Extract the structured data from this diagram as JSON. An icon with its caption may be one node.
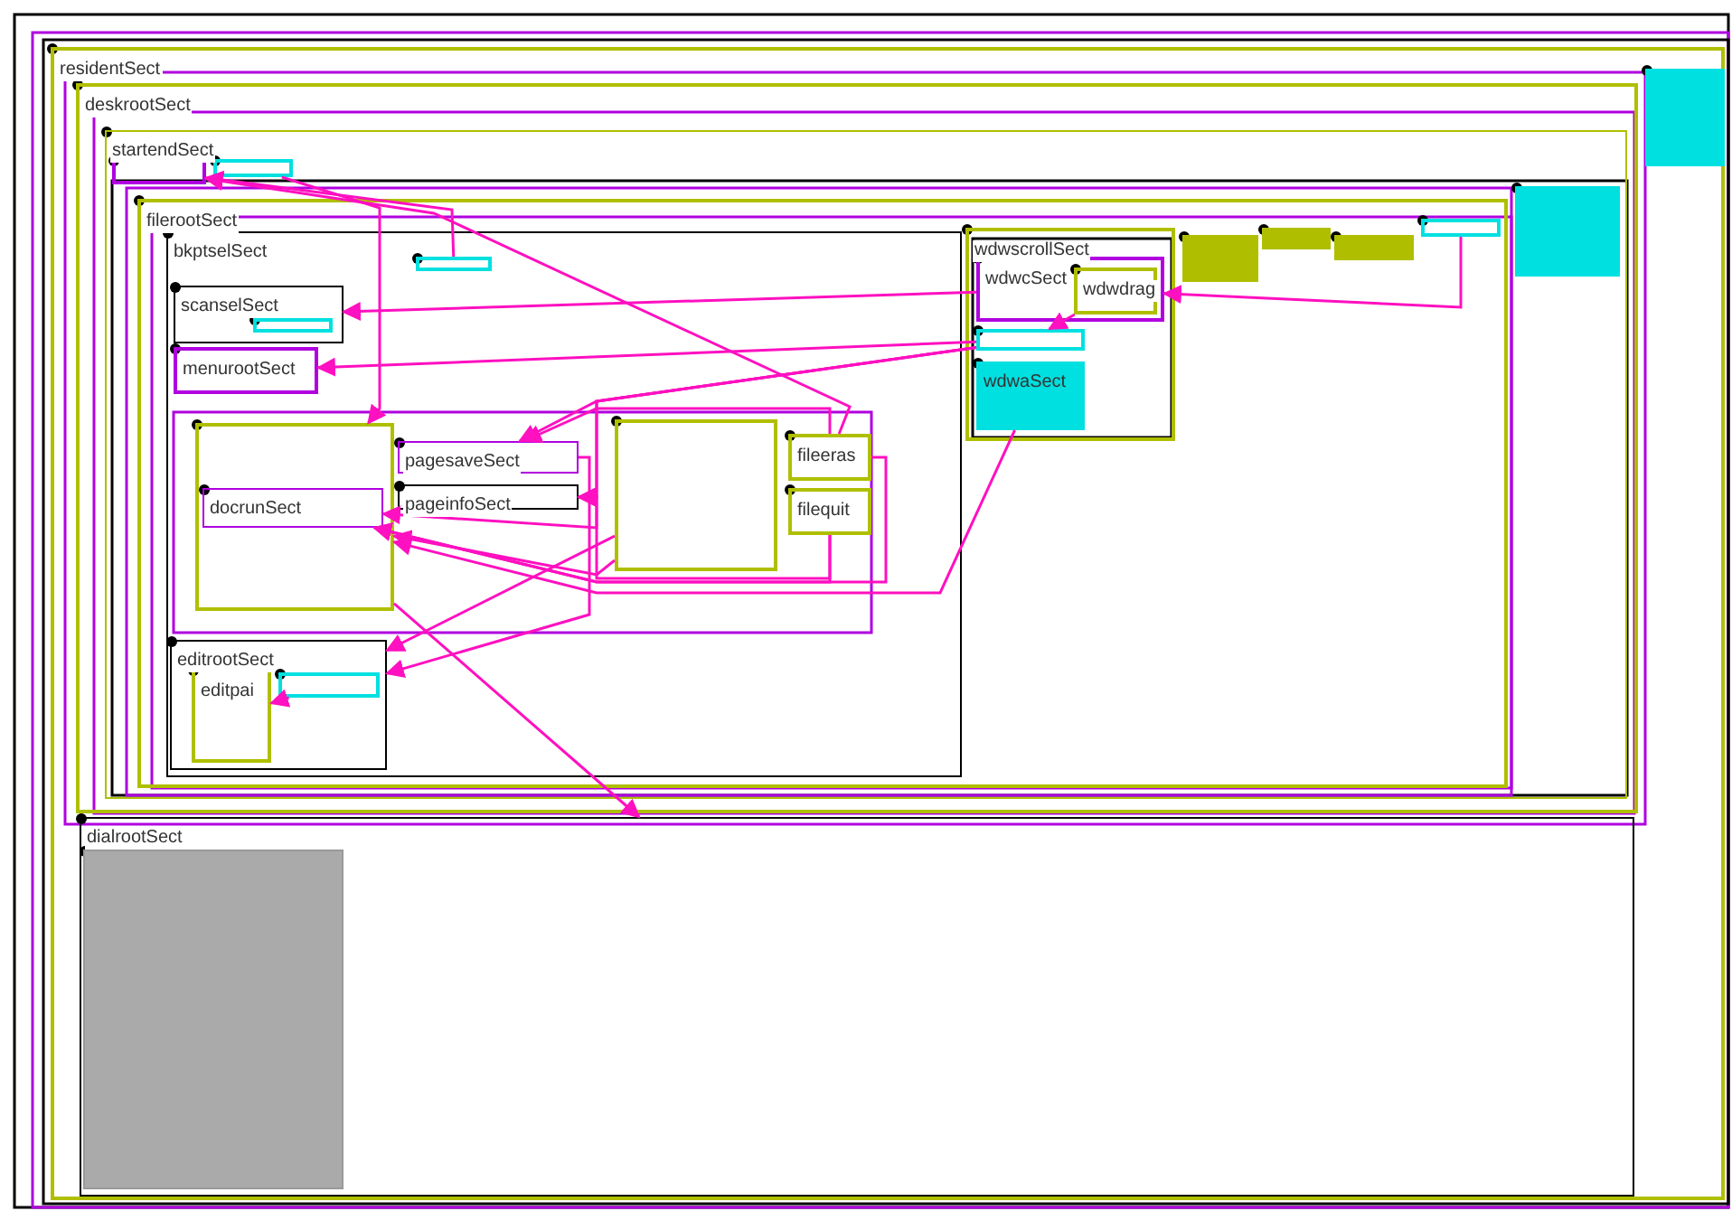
{
  "diagram": {
    "nodes": [
      {
        "text": [
          "residentSect"
        ]
      },
      {
        "text": [
          "deskrootSect"
        ],
        "in": 0
      },
      {
        "text": [
          "startendSect"
        ],
        "in": 1
      },
      {
        "text": [
          "filerootSect"
        ],
        "in": 2
      },
      {
        "text": [
          "bkptselSect"
        ],
        "in": 3
      },
      {
        "text": [
          "scanselSect"
        ],
        "in": 4
      },
      {
        "text": [
          "menurootSect"
        ],
        "in": 4
      },
      {
        "text": [],
        "shape": "box",
        "in": 4
      },
      {
        "text": [
          "docrunSect"
        ],
        "in": 7
      },
      {
        "text": [
          "pagesaveSect"
        ],
        "in": 4
      },
      {
        "text": [
          "pageinfoSect"
        ],
        "in": 4
      },
      {
        "text": [],
        "shape": "box",
        "in": 4
      },
      {
        "text": [
          "fileeras"
        ],
        "in": 4
      },
      {
        "text": [
          "editrootSect"
        ],
        "in": 4
      },
      {
        "text": [
          "editpai"
        ],
        "in": 13
      },
      {
        "text": [
          "wdwscrollSect"
        ],
        "in": 3
      },
      {
        "text": [
          "wdwcSect"
        ],
        "in": 15
      },
      {
        "text": [
          "wdwdrag"
        ],
        "in": 16
      },
      {
        "text": [],
        "shape": "box",
        "in": 15
      },
      {
        "text": [
          "wdwaSect"
        ],
        "in": 15
      },
      {
        "text": [],
        "shape": "box",
        "in": 3
      },
      {
        "text": [],
        "shape": "bar",
        "in": 3
      },
      {
        "text": [],
        "shape": "box",
        "in": 3
      },
      {
        "text": [],
        "shape": "box",
        "in": 3
      },
      {
        "text": [],
        "shape": "box",
        "in": 2
      },
      {
        "text": [],
        "shape": "box",
        "in": 0
      },
      {
        "text": [
          "dialrootSect"
        ],
        "in": 0
      },
      {
        "text": [],
        "shape": "box",
        "in": 26
      },
      {
        "text": [],
        "shape": "box",
        "in": 2
      },
      {
        "text": [],
        "shape": "box",
        "in": 2
      },
      {
        "text": [],
        "shape": "box",
        "in": 4
      },
      {
        "text": [],
        "shape": "box",
        "in": 5
      },
      {
        "text": [],
        "shape": "box",
        "in": 13
      },
      {
        "text": [
          "filequit"
        ],
        "in": 4
      }
    ],
    "edges": [
      {
        "from": 23,
        "to": 16,
        "arrow": "to"
      },
      {
        "from": 28,
        "to": 7,
        "arrow": "to"
      },
      {
        "from": 30,
        "to": 29,
        "arrow": "to"
      },
      {
        "from": 12,
        "to": 29,
        "arrow": "to"
      },
      {
        "from": 16,
        "to": 5,
        "arrow": "to"
      },
      {
        "from": 18,
        "to": 6,
        "arrow": "to"
      },
      {
        "from": 18,
        "to": 8,
        "arrow": "to"
      },
      {
        "from": 18,
        "to": 9,
        "arrow": "to"
      },
      {
        "from": 18,
        "to": 10,
        "arrow": "to"
      },
      {
        "from": 12,
        "to": 8,
        "arrow": "to"
      },
      {
        "from": 33,
        "to": 8,
        "arrow": "to"
      },
      {
        "from": 32,
        "to": 14,
        "arrow": "to"
      },
      {
        "from": 7,
        "to": 26,
        "arrow": "to"
      },
      {
        "from": 17,
        "to": 18,
        "arrow": "to"
      },
      {
        "from": 19,
        "to": 7,
        "arrow": "to"
      },
      {
        "from": 33,
        "to": 10,
        "arrow": "to"
      },
      {
        "from": 12,
        "to": 9,
        "arrow": "to"
      },
      {
        "from": 11,
        "to": 7,
        "arrow": "to"
      },
      {
        "from": 11,
        "to": 13,
        "arrow": "to"
      },
      {
        "from": 9,
        "to": 13,
        "arrow": "to"
      }
    ]
  }
}
